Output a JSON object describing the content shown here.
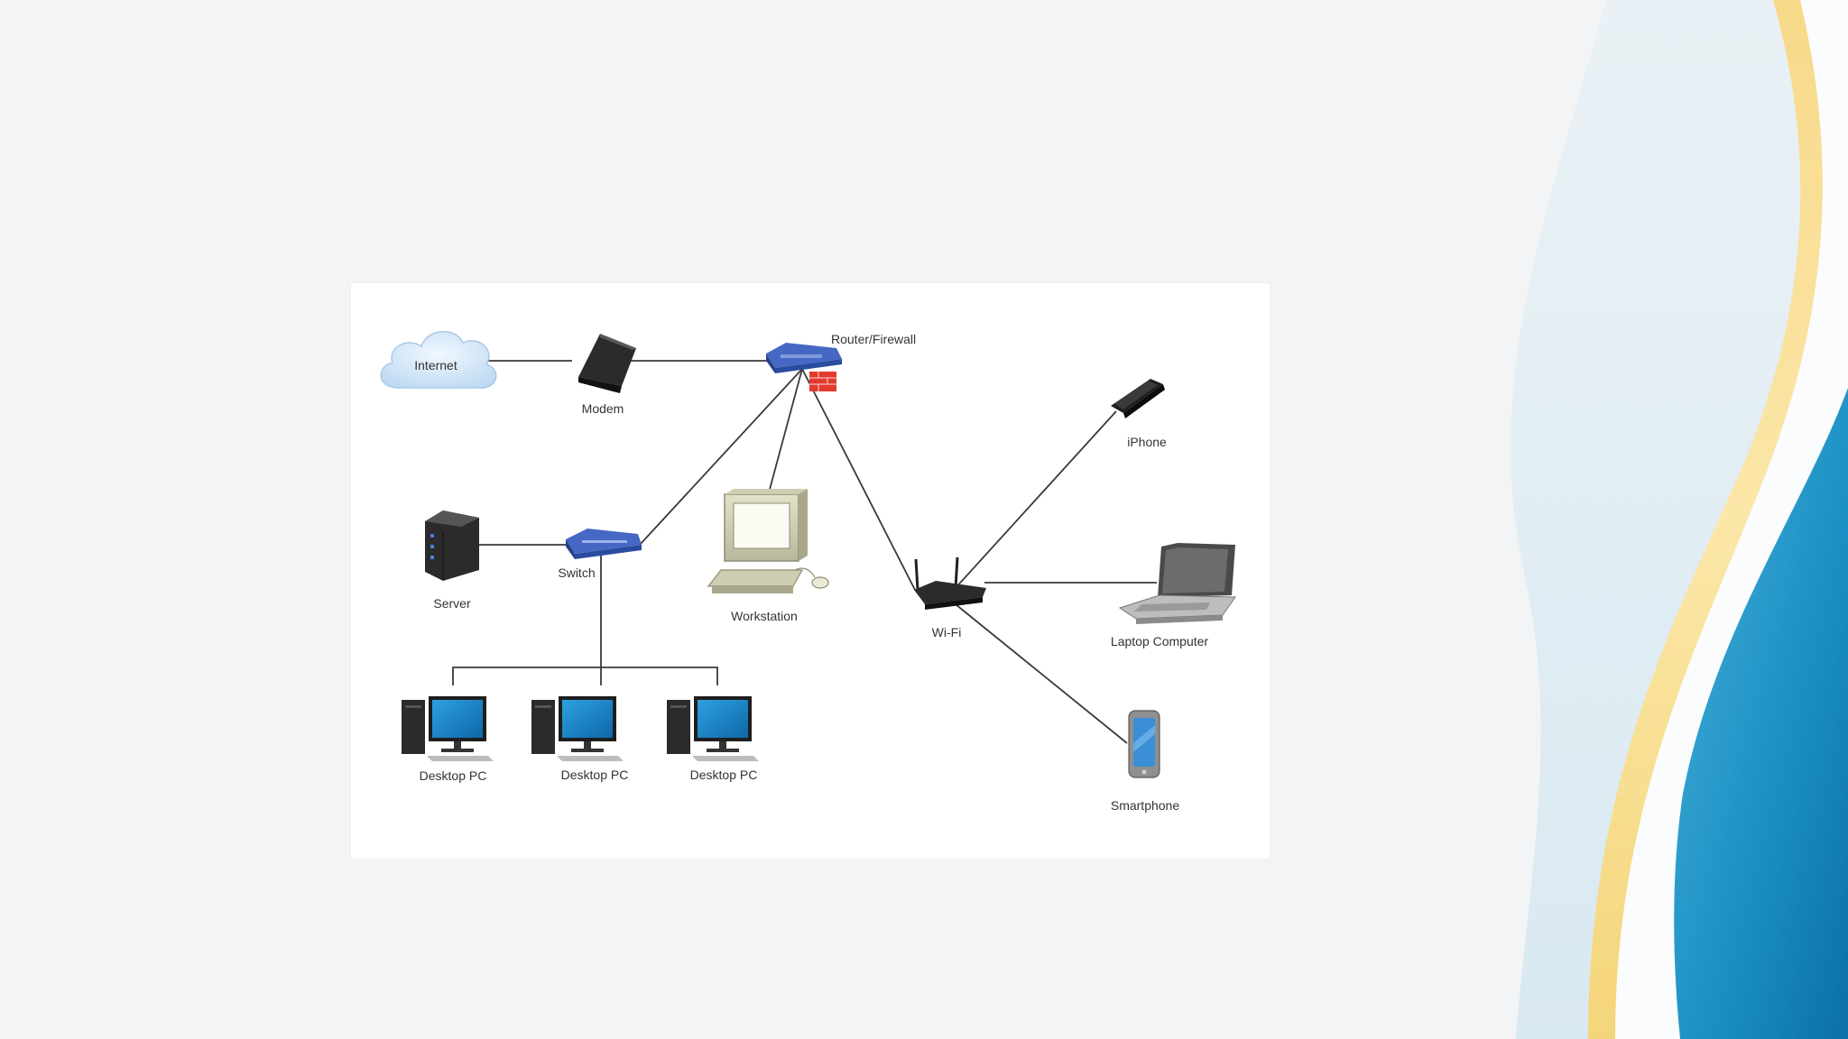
{
  "diagram": {
    "nodes": {
      "internet": {
        "label": "Internet",
        "icon": "cloud-icon"
      },
      "modem": {
        "label": "Modem",
        "icon": "modem-icon"
      },
      "router": {
        "label": "Router/Firewall",
        "icon": "router-firewall-icon"
      },
      "switch": {
        "label": "Switch",
        "icon": "switch-icon"
      },
      "server": {
        "label": "Server",
        "icon": "server-icon"
      },
      "workstation": {
        "label": "Workstation",
        "icon": "workstation-icon"
      },
      "wifi": {
        "label": "Wi-Fi",
        "icon": "wifi-router-icon"
      },
      "iphone": {
        "label": "iPhone",
        "icon": "iphone-icon"
      },
      "laptop": {
        "label": "Laptop Computer",
        "icon": "laptop-icon"
      },
      "smartphone": {
        "label": "Smartphone",
        "icon": "smartphone-icon"
      },
      "desktops": [
        {
          "label": "Desktop PC",
          "icon": "desktop-pc-icon"
        },
        {
          "label": "Desktop PC",
          "icon": "desktop-pc-icon"
        },
        {
          "label": "Desktop PC",
          "icon": "desktop-pc-icon"
        }
      ]
    },
    "edges": [
      [
        "internet",
        "modem"
      ],
      [
        "modem",
        "router"
      ],
      [
        "router",
        "switch"
      ],
      [
        "router",
        "workstation"
      ],
      [
        "router",
        "wifi"
      ],
      [
        "switch",
        "server"
      ],
      [
        "switch",
        "desktop-1"
      ],
      [
        "switch",
        "desktop-2"
      ],
      [
        "switch",
        "desktop-3"
      ],
      [
        "wifi",
        "iphone"
      ],
      [
        "wifi",
        "laptop"
      ],
      [
        "wifi",
        "smartphone"
      ]
    ]
  },
  "colors": {
    "background": "#f3f4f5",
    "card": "#ffffff",
    "wave_yellow": "#f6dd8a",
    "wave_blue": "#1591c4",
    "wave_light": "#cfe6f1",
    "device_blue": "#2f4fa0",
    "monitor_blue": "#1b83c7",
    "cloud": "#cfe3f6"
  }
}
